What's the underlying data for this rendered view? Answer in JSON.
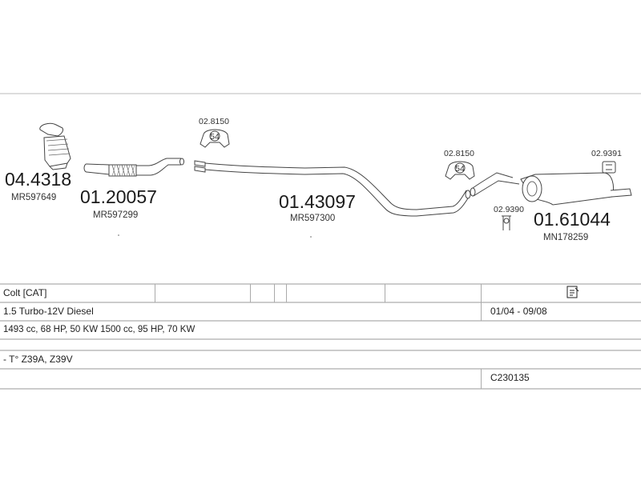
{
  "parts": [
    {
      "part_number": "04.4318",
      "oem": "MR597649",
      "icon": "catalytic-converter"
    },
    {
      "part_number": "01.20057",
      "oem": "MR597299",
      "icon": "flex-front-pipe"
    },
    {
      "part_number": "01.43097",
      "oem": "MR597300",
      "icon": "middle-pipe"
    },
    {
      "part_number": "01.61044",
      "oem": "MN178259",
      "icon": "rear-muffler"
    }
  ],
  "accessories": [
    {
      "code": "02.8150",
      "badge": "54"
    },
    {
      "code": "02.8150",
      "badge": "54"
    },
    {
      "code": "02.9390"
    },
    {
      "code": "02.9391"
    }
  ],
  "vehicle": {
    "model": "Colt  [CAT]",
    "engine": "1.5 Turbo-12V Diesel",
    "years": "01/04 - 09/08",
    "specs": "1493 cc, 68 HP, 50 KW 1500 cc, 95 HP, 70 KW",
    "engine_codes": "- T° Z39A, Z39V",
    "catalog_code": "C230135",
    "note_icon": "document-note-icon"
  }
}
